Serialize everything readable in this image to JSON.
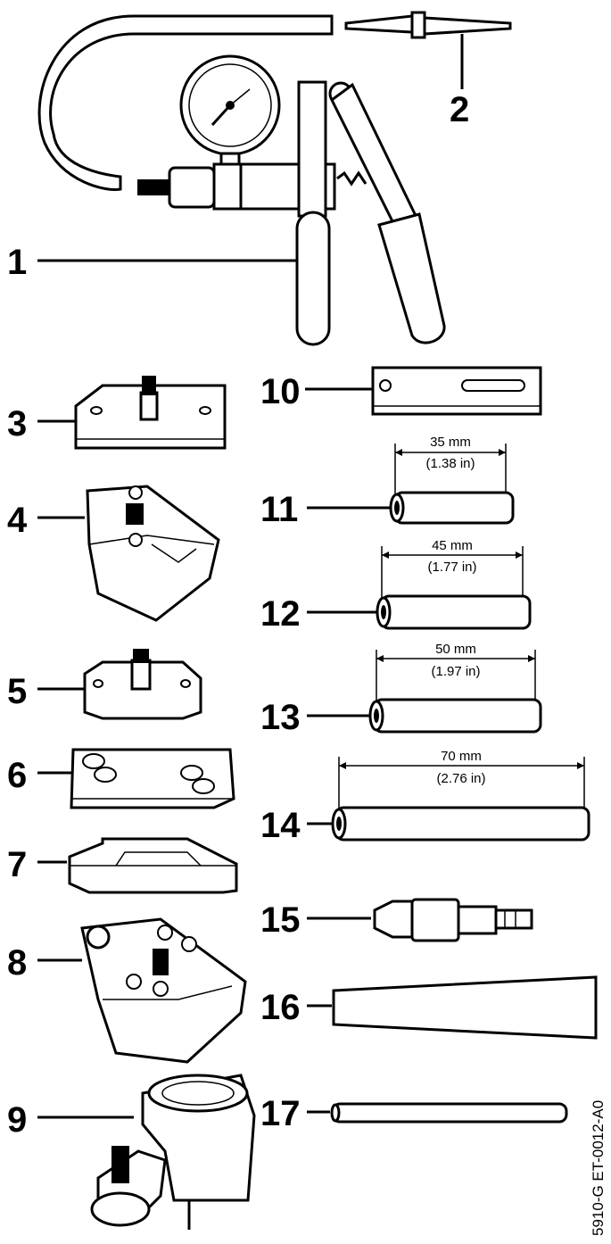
{
  "labels": {
    "p1": "1",
    "p2": "2",
    "p3": "3",
    "p4": "4",
    "p5": "5",
    "p6": "6",
    "p7": "7",
    "p8": "8",
    "p9": "9",
    "p10": "10",
    "p11": "11",
    "p12": "12",
    "p13": "13",
    "p14": "14",
    "p15": "15",
    "p16": "16",
    "p17": "17"
  },
  "dimensions": {
    "d11_mm": "35 mm",
    "d11_in": "(1.38 in)",
    "d12_mm": "45 mm",
    "d12_in": "(1.77 in)",
    "d13_mm": "50 mm",
    "d13_in": "(1.97 in)",
    "d14_mm": "70 mm",
    "d14_in": "(2.76 in)"
  },
  "drawing_code": "5910-G ET-0012-A0"
}
